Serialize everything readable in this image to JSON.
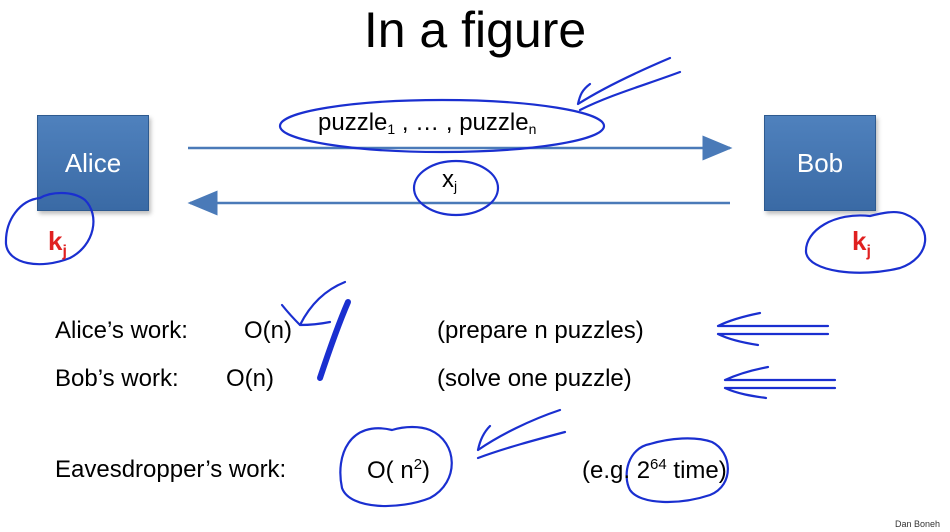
{
  "title": "In a figure",
  "alice": {
    "label": "Alice",
    "key": "k",
    "key_sub": "j"
  },
  "bob": {
    "label": "Bob",
    "key": "k",
    "key_sub": "j"
  },
  "forward_message": {
    "first": "puzzle",
    "first_sub": "1",
    "middle": " , … , ",
    "last": "puzzle",
    "last_sub": "n"
  },
  "back_message": {
    "text": "x",
    "sub": "j"
  },
  "work": [
    {
      "label": "Alice’s work:",
      "cost": "O(n)",
      "note": "(prepare  n  puzzles)"
    },
    {
      "label": "Bob’s work:",
      "cost": "O(n)",
      "note": "(solve one puzzle)"
    },
    {
      "label": "Eavesdropper’s work:",
      "cost_prefix": "O( n",
      "cost_sup": "2",
      "cost_suffix": ")",
      "note_prefix": "(e.g.  2",
      "note_sup": "64",
      "note_suffix": " time)"
    }
  ],
  "credit": "Dan Boneh",
  "colors": {
    "box": "#4f81bd",
    "arrow": "#4a7ab8",
    "key": "#e02020",
    "ink": "#1a2fd0"
  }
}
